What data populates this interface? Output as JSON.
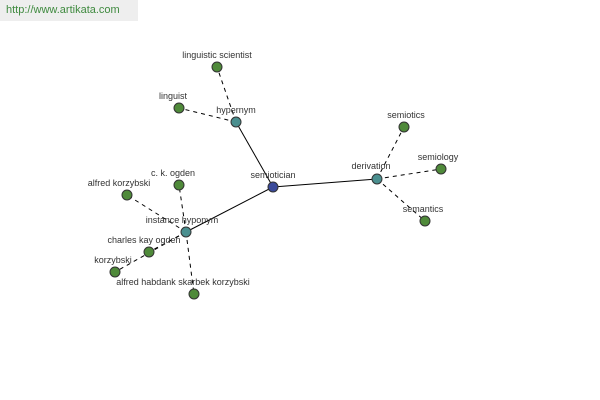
{
  "banner": {
    "url_text": "http://www.artikata.com"
  },
  "colors": {
    "root": "#3a4a9a",
    "hub": "#4a8f8f",
    "leaf": "#4f8a3a",
    "edge": "#000000"
  },
  "graph": {
    "nodes": [
      {
        "id": "semiotician",
        "label": "semiotician",
        "kind": "root"
      },
      {
        "id": "hypernym",
        "label": "hypernym",
        "kind": "hub"
      },
      {
        "id": "derivation",
        "label": "derivation",
        "kind": "hub"
      },
      {
        "id": "instance_hyponym",
        "label": "instance hyponym",
        "kind": "hub"
      },
      {
        "id": "linguistic_scientist",
        "label": "linguistic scientist",
        "kind": "leaf"
      },
      {
        "id": "linguist",
        "label": "linguist",
        "kind": "leaf"
      },
      {
        "id": "semiotics",
        "label": "semiotics",
        "kind": "leaf"
      },
      {
        "id": "semiology",
        "label": "semiology",
        "kind": "leaf"
      },
      {
        "id": "semantics",
        "label": "semantics",
        "kind": "leaf"
      },
      {
        "id": "ck_ogden",
        "label": "c. k. ogden",
        "kind": "leaf"
      },
      {
        "id": "alfred_korzybski",
        "label": "alfred korzybski",
        "kind": "leaf"
      },
      {
        "id": "charles_kay_ogden",
        "label": "charles kay ogden",
        "kind": "leaf"
      },
      {
        "id": "korzybski",
        "label": "korzybski",
        "kind": "leaf"
      },
      {
        "id": "alfred_habdank",
        "label": "alfred habdank skarbek korzybski",
        "kind": "leaf"
      }
    ],
    "edges": [
      {
        "from": "semiotician",
        "to": "hypernym",
        "style": "solid"
      },
      {
        "from": "semiotician",
        "to": "derivation",
        "style": "solid"
      },
      {
        "from": "semiotician",
        "to": "instance_hyponym",
        "style": "solid"
      },
      {
        "from": "hypernym",
        "to": "linguistic_scientist",
        "style": "dashed"
      },
      {
        "from": "hypernym",
        "to": "linguist",
        "style": "dashed"
      },
      {
        "from": "derivation",
        "to": "semiotics",
        "style": "dashed"
      },
      {
        "from": "derivation",
        "to": "semiology",
        "style": "dashed"
      },
      {
        "from": "derivation",
        "to": "semantics",
        "style": "dashed"
      },
      {
        "from": "instance_hyponym",
        "to": "ck_ogden",
        "style": "dashed"
      },
      {
        "from": "instance_hyponym",
        "to": "alfred_korzybski",
        "style": "dashed"
      },
      {
        "from": "instance_hyponym",
        "to": "charles_kay_ogden",
        "style": "dashed"
      },
      {
        "from": "instance_hyponym",
        "to": "korzybski",
        "style": "dashed"
      },
      {
        "from": "instance_hyponym",
        "to": "alfred_habdank",
        "style": "dashed"
      }
    ]
  }
}
